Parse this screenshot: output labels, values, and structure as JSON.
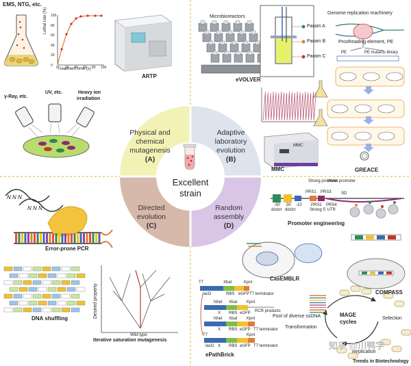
{
  "quadrants": [
    {
      "title": "Physical and chemical mutagenesis",
      "letter": "(A)",
      "color": "#f2f2b6"
    },
    {
      "title": "Adaptive laboratory evolution",
      "letter": "(B)",
      "color": "#dde4ee"
    },
    {
      "title": "Directed evolution",
      "letter": "(C)",
      "color": "#d6b9aa"
    },
    {
      "title": "Random assembly",
      "letter": "(D)",
      "color": "#d9c5e6"
    }
  ],
  "center": {
    "line1": "Excellent",
    "line2": "strain"
  },
  "panel_a": {
    "ems": "EMS, NTG, etc.",
    "plot_xlabel": "Treatment time (s)",
    "plot_ylabel": "Lethal rate (%)",
    "plot_yticks": [
      "100",
      "80",
      "60",
      "40",
      "20",
      "0"
    ],
    "plot_xticks": [
      "0",
      "20",
      "40",
      "60",
      "80",
      "100"
    ],
    "artp": "ARTP",
    "gamma": "γ-Ray, etc.",
    "uv": "UV, etc.",
    "heavy_ion_1": "Heavy ion",
    "heavy_ion_2": "irradiation"
  },
  "panel_b": {
    "microbioreactors": "Microbioreactors",
    "param_a": "Param A",
    "param_b": "Param B",
    "param_c": "Param C",
    "evolver": "eVOLVER",
    "genome_rep": "Genome replication machinery",
    "proofreading": "Proofreading element, PE",
    "pe": "PE",
    "pe_lib": "PE mutants library",
    "mmc": "MMC",
    "mmc_device": "MMC",
    "greace": "GREACE"
  },
  "panel_c": {
    "nnn1": "N N N",
    "nnn2": "N N N",
    "epcr": "Error-prone PCR",
    "shuffling": "DNA shuffling",
    "desired": "Desired property",
    "wildtype": "Wild type",
    "ism": "Iterative saturation mutagenesis"
  },
  "panel_d": {
    "strong_promoter": "Strong promoter",
    "weak_promoter": "Weak promoter",
    "m30a": "-30",
    "m30b": "-30",
    "m10": "-10",
    "distict1": "distict",
    "distict2": "distict",
    "prs1": "PRS1",
    "prs2": "PRS2",
    "prs3": "PRS3",
    "prs4": "PRS4",
    "strong5utr": "Strong 5' UTR",
    "sd": "SD",
    "promoter_eng": "Promoter engineering",
    "casemblr": "CasEMBLR",
    "compass": "COMPASS",
    "t7": "T7",
    "xbai1": "XbaI",
    "kpni1": "KpnI",
    "laco1": "lacO",
    "rbs1": "RBS",
    "egfp1": "eGFP",
    "t7term1": "T7 terminator",
    "nhei1": "NheI",
    "xbai2": "XbaI",
    "kpni2": "KpnI",
    "x2": "X",
    "rbs2": "RBS",
    "egfp2": "eGFP",
    "rcr": "RCR products",
    "nhei2": "NheI",
    "xbai3": "XbaI",
    "kpni3": "KpnI",
    "x3": "X",
    "rbs3": "RBS",
    "egfp3": "eGFP",
    "t7term3": "T7 terminator",
    "t7b": "T7",
    "kpni4": "KpnI",
    "laco4": "lacO",
    "x4": "X",
    "rbs4": "RBS",
    "egfp4": "eGFP",
    "t7term4": "T7 terminator",
    "epathbrick": "ePathBrick",
    "pool": "Pool of diverse ssDNA",
    "mage1": "MAGE",
    "mage2": "cycles",
    "selection": "Selection",
    "transformation": "Transformation",
    "replication": "Replication"
  },
  "footer": {
    "watermark": "知乎 @川鸭字",
    "journal": "Trends in Biotechnology"
  }
}
